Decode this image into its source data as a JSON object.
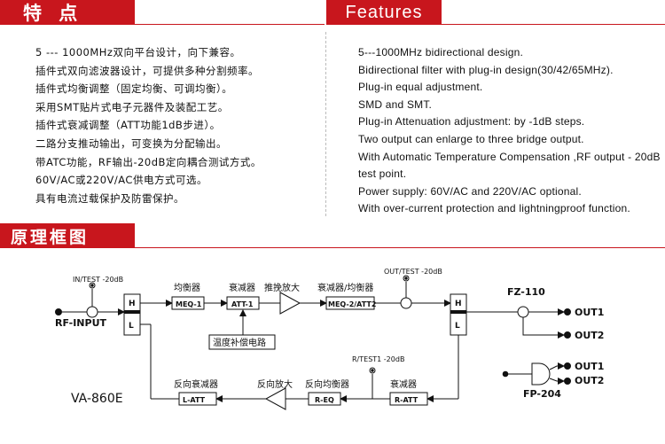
{
  "headers": {
    "features_cn": "特 点",
    "features_en": "Features",
    "diagram_cn": "原理框图"
  },
  "features_cn": [
    "5 --- 1000MHz双向平台设计，向下兼容。",
    "插件式双向滤波器设计，可提供多种分割频率。",
    "插件式均衡调整（固定均衡、可调均衡）。",
    "采用SMT贴片式电子元器件及装配工艺。",
    "插件式衰减调整（ATT功能1dB步进）。",
    "二路分支推动输出，可变换为分配输出。",
    "带ATC功能，RF输出-20dB定向耦合测试方式。",
    "60V/AC或220V/AC供电方式可选。",
    "具有电流过载保护及防雷保护。"
  ],
  "features_en": [
    "5---1000MHz bidirectional design.",
    "Bidirectional  filter with plug-in design(30/42/65MHz).",
    "Plug-in equal adjustment.",
    "SMD and SMT.",
    "Plug-in Attenuation  adjustment: by -1dB steps.",
    "Two output can enlarge to three bridge output.",
    "With Automatic Temperature Compensation ,RF output - 20dB test point.",
    "Power supply: 60V/AC and 220V/AC  optional.",
    "With over-current protection and lightningproof  function."
  ],
  "diagram": {
    "in_test": "IN/TEST -20dB",
    "rf_input": "RF-INPUT",
    "filter_h": "H",
    "filter_l": "L",
    "eq_label": "均衡器",
    "meq1": "MEQ-1",
    "att_label": "衰减器",
    "att1": "ATT-1",
    "push_amp": "推挽放大",
    "att_eq_label": "衰减器/均衡器",
    "meq2": "MEQ-2/ATT2",
    "temp_comp": "温度补偿电路",
    "out_test": "OUT/TEST -20dB",
    "fz110": "FZ-110",
    "out1": "OUT1",
    "out2": "OUT2",
    "model": "VA-860E",
    "rev_att_label": "反向衰减器",
    "latt": "L-ATT",
    "rev_amp": "反向放大",
    "rev_eq_label": "反向均衡器",
    "req": "R-EQ",
    "r_test": "R/TEST1 -20dB",
    "att_label2": "衰减器",
    "ratt": "R-ATT",
    "fp_out1": "OUT1",
    "fp_out2": "OUT2",
    "fp204": "FP-204"
  },
  "colors": {
    "accent": "#c8161d"
  }
}
